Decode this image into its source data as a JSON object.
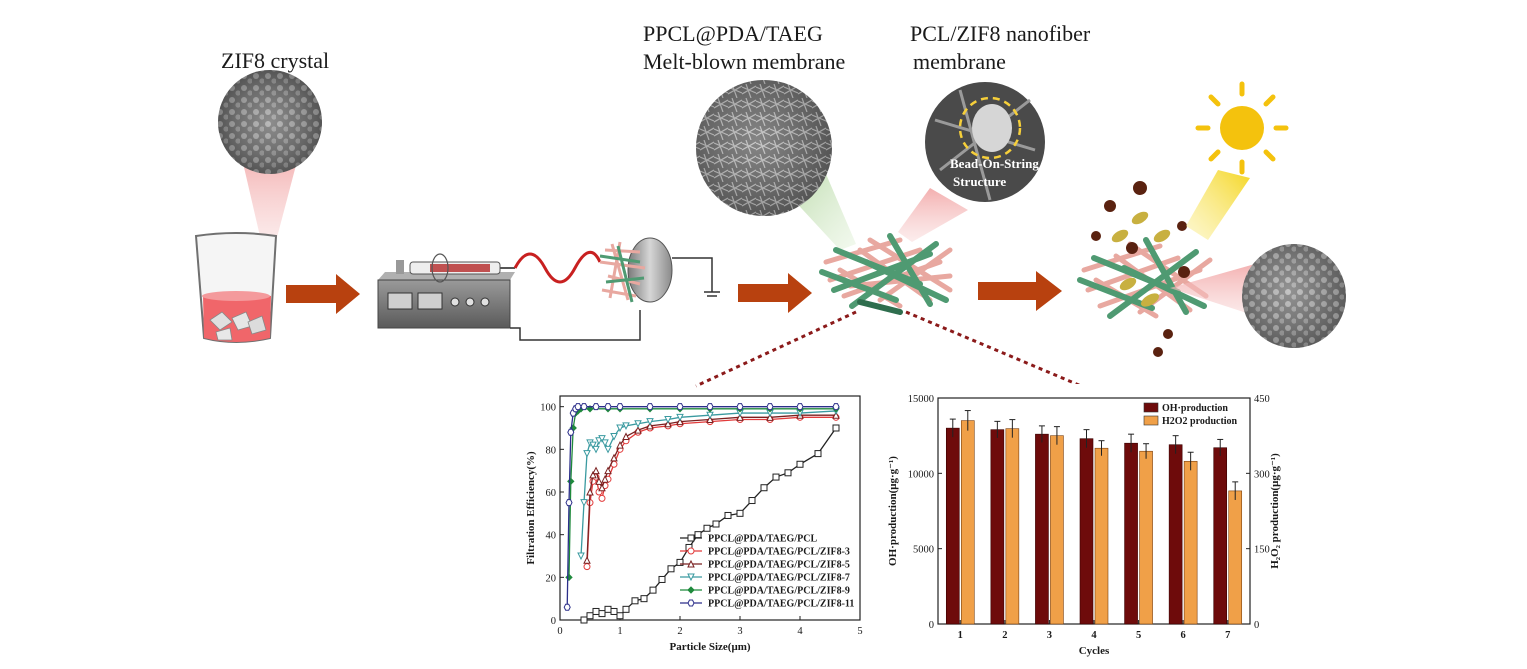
{
  "labels": {
    "zif8": "ZIF8 crystal",
    "meltblown_line1": "PPCL@PDA/TAEG",
    "meltblown_line2": "Melt-blown membrane",
    "nanofiber_line1": "PCL/ZIF8 nanofiber",
    "nanofiber_line2": "membrane",
    "bead_line1": "Bead-On-String",
    "bead_line2": "Structure"
  },
  "colors": {
    "arrow": "#b8410f",
    "fiber_pink": "#e8a8a0",
    "fiber_green": "#4f9a72",
    "sun": "#f4c20d",
    "glow_red": "#f2a6a6",
    "glow_green": "#b9d9a8",
    "bar_dark": "#6e0b0b",
    "bar_orange": "#f0a048"
  },
  "icons": {
    "beaker": "beaker-icon",
    "electrospinning": "electrospinning-device-icon",
    "sun": "sun-icon",
    "ground": "ground-icon"
  },
  "chart_data": [
    {
      "type": "line",
      "xlabel": "Particle Size(μm)",
      "ylabel": "Filtration Efficiency(%)",
      "xlim": [
        0,
        5
      ],
      "ylim": [
        0,
        105
      ],
      "xticks": [
        0,
        1,
        2,
        3,
        4,
        5
      ],
      "yticks": [
        0,
        20,
        40,
        60,
        80,
        100
      ],
      "legend_position": "bottom-right",
      "series": [
        {
          "name": "PPCL@PDA/TAEG/PCL",
          "color": "#222222",
          "marker": "square",
          "x": [
            0.4,
            0.5,
            0.6,
            0.7,
            0.8,
            0.9,
            1.0,
            1.1,
            1.25,
            1.4,
            1.55,
            1.7,
            1.85,
            2.0,
            2.15,
            2.3,
            2.45,
            2.6,
            2.8,
            3.0,
            3.2,
            3.4,
            3.6,
            3.8,
            4.0,
            4.3,
            4.6
          ],
          "y": [
            0,
            2,
            4,
            3,
            5,
            4,
            2,
            5,
            9,
            10,
            14,
            19,
            24,
            27,
            34,
            40,
            43,
            45,
            49,
            50,
            56,
            62,
            67,
            69,
            73,
            78,
            90
          ]
        },
        {
          "name": "PPCL@PDA/TAEG/PCL/ZIF8-3",
          "color": "#e23b3b",
          "marker": "circle",
          "x": [
            0.45,
            0.5,
            0.55,
            0.6,
            0.65,
            0.7,
            0.75,
            0.8,
            0.9,
            1.0,
            1.1,
            1.3,
            1.5,
            1.8,
            2.0,
            2.5,
            3.0,
            3.5,
            4.0,
            4.6
          ],
          "y": [
            25,
            55,
            65,
            67,
            60,
            57,
            63,
            66,
            73,
            80,
            84,
            88,
            90,
            91,
            92,
            93,
            94,
            94,
            95,
            95
          ]
        },
        {
          "name": "PPCL@PDA/TAEG/PCL/ZIF8-5",
          "color": "#7a2020",
          "marker": "triangle-up",
          "x": [
            0.45,
            0.5,
            0.55,
            0.6,
            0.65,
            0.7,
            0.75,
            0.8,
            0.9,
            1.0,
            1.1,
            1.3,
            1.5,
            1.8,
            2.0,
            2.5,
            3.0,
            3.5,
            4.0,
            4.6
          ],
          "y": [
            28,
            60,
            68,
            70,
            65,
            62,
            66,
            70,
            76,
            82,
            86,
            89,
            91,
            92,
            93,
            94,
            95,
            95,
            96,
            96
          ]
        },
        {
          "name": "PPCL@PDA/TAEG/PCL/ZIF8-7",
          "color": "#3a9aa0",
          "marker": "triangle-down",
          "x": [
            0.35,
            0.4,
            0.45,
            0.5,
            0.55,
            0.6,
            0.65,
            0.7,
            0.75,
            0.8,
            0.9,
            1.0,
            1.1,
            1.3,
            1.5,
            1.8,
            2.0,
            2.5,
            3.0,
            3.5,
            4.0,
            4.6
          ],
          "y": [
            30,
            55,
            78,
            83,
            82,
            80,
            84,
            85,
            83,
            80,
            86,
            90,
            91,
            92,
            93,
            94,
            95,
            96,
            97,
            97,
            97,
            98
          ]
        },
        {
          "name": "PPCL@PDA/TAEG/PCL/ZIF8-9",
          "color": "#1f8a3c",
          "marker": "diamond",
          "x": [
            0.15,
            0.18,
            0.22,
            0.26,
            0.3,
            0.35,
            0.5,
            0.8,
            1.0,
            1.5,
            2.0,
            2.5,
            3.0,
            3.5,
            4.0,
            4.6
          ],
          "y": [
            20,
            65,
            90,
            97,
            98,
            99,
            99,
            99,
            99,
            99,
            99,
            99,
            99,
            99,
            99,
            99
          ]
        },
        {
          "name": "PPCL@PDA/TAEG/PCL/ZIF8-11",
          "color": "#2c2f8a",
          "marker": "hexagon",
          "x": [
            0.12,
            0.15,
            0.18,
            0.22,
            0.26,
            0.3,
            0.4,
            0.6,
            0.8,
            1.0,
            1.5,
            2.0,
            2.5,
            3.0,
            3.5,
            4.0,
            4.6
          ],
          "y": [
            6,
            55,
            88,
            97,
            99,
            100,
            100,
            100,
            100,
            100,
            100,
            100,
            100,
            100,
            100,
            100,
            100
          ]
        }
      ]
    },
    {
      "type": "bar",
      "xlabel": "Cycles",
      "ylabel": "OH·production(μg·g⁻¹)",
      "ylabel_right": "H₂O₂ production(μg·g⁻¹)",
      "categories": [
        "1",
        "2",
        "3",
        "4",
        "5",
        "6",
        "7"
      ],
      "ylim": [
        0,
        15000
      ],
      "ylim_right": [
        0,
        450
      ],
      "yticks": [
        0,
        5000,
        10000,
        15000
      ],
      "yticks_right": [
        0,
        150,
        300,
        450
      ],
      "legend_position": "top-right",
      "series": [
        {
          "name": "OH·production",
          "axis": "left",
          "color": "#6e0b0b",
          "values": [
            13000,
            12900,
            12600,
            12300,
            12000,
            11900,
            11700
          ],
          "errors": [
            600,
            550,
            550,
            600,
            600,
            600,
            550
          ]
        },
        {
          "name": "H2O2 production",
          "axis": "right",
          "color": "#f0a048",
          "values": [
            405,
            389,
            375,
            350,
            344,
            324,
            265
          ],
          "errors": [
            20,
            18,
            18,
            15,
            15,
            18,
            18
          ]
        }
      ]
    }
  ]
}
